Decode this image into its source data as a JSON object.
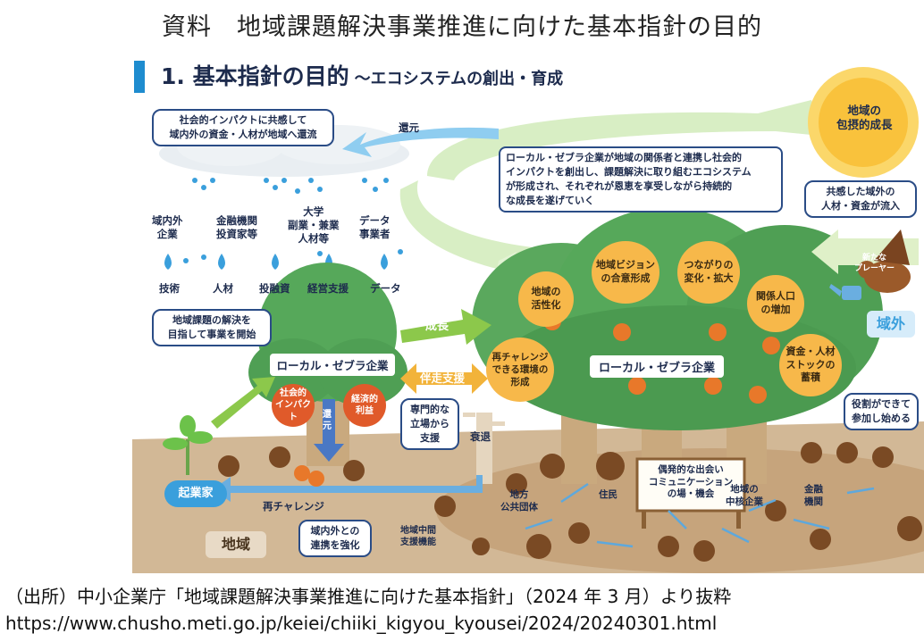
{
  "doc_title": "資料　地域課題解決事業推進に向けた基本指針の目的",
  "heading": {
    "number": "1.",
    "title": "基本指針の目的",
    "subtitle": "～エコシステムの創出・育成"
  },
  "callouts": {
    "return_box": "社会的インパクトに共感して\n域内外の資金・人材が地域へ還流",
    "return_label": "還元",
    "ecosystem_box": "ローカル・ゼブラ企業が地域の関係者と連携し社会的\nインパクトを創出し、課題解決に取り組むエコシステム\nが形成され、それぞれが恩恵を享受しながら持続的\nな成長を遂げていく",
    "sun": "地域の\n包摂的成長",
    "inflow_box": "共感した域外の\n人材・資金が流入",
    "new_player": "新たな\nプレーヤー",
    "outside_area": "域外",
    "start_box": "地域課題の解決を\n目指して事業を開始",
    "expert_box": "専門的な\n立場から\n支援",
    "role_box": "役割ができて\n参加し始める",
    "linkage_box": "域内外との\n連携を強化",
    "area": "地域"
  },
  "supporters": [
    {
      "name": "域内外\n企業",
      "resource": "技術"
    },
    {
      "name": "金融機関\n投資家等",
      "resource": "人材"
    },
    {
      "name": "大学\n副業・兼業\n人材等",
      "resource": "投融資"
    },
    {
      "name": "データ\n事業者",
      "resource": "経営支援"
    },
    {
      "name": "",
      "resource": "データ"
    }
  ],
  "small_tree": {
    "label": "ローカル・ゼブラ企業",
    "fruits": [
      "社会的\nインパクト",
      "経済的\n利益"
    ],
    "return_arrow": "還\n元"
  },
  "arrows": {
    "growth_1": "成長",
    "growth_2": "成長",
    "accompany": "伴走支援",
    "decline": "衰退",
    "rechallenge": "再チャレンジ"
  },
  "entrepreneur": "起業家",
  "big_tree": {
    "label": "ローカル・ゼブラ企業",
    "benefits": [
      "地域の\n活性化",
      "地域ビジョン\nの合意形成",
      "つながりの\n変化・拡大",
      "関係人口\nの増加",
      "資金・人材\nストックの\n蓄積",
      "再チャレンジ\nできる環境の\n形成"
    ]
  },
  "community": {
    "sign": "偶発的な出会い\nコミュニケーション\nの場・機会",
    "actors": [
      "地方\n公共団体",
      "住民",
      "地域の\n中核企業",
      "金融\n機関",
      "地域中間\n支援機能"
    ]
  },
  "source": {
    "citation": "（出所）中小企業庁「地域課題解決事業推進に向けた基本指針」（2024 年 3 月）より抜粋",
    "url": "https://www.chusho.meti.go.jp/keiei/chiiki_kigyou_kyousei/2024/20240301.html"
  },
  "colors": {
    "heading_bar": "#1e8ccf",
    "navy": "#1d2b4d",
    "ground": "#cdb08c",
    "tree_green": "#56a85a",
    "fruit_orange": "#e8782a",
    "benefit_yellow": "#f7b84a",
    "arrow_green": "#8cc84b",
    "arrow_blue": "#6aaee0",
    "sun": "#f9c23c",
    "spiral": "#cfe9b5"
  }
}
